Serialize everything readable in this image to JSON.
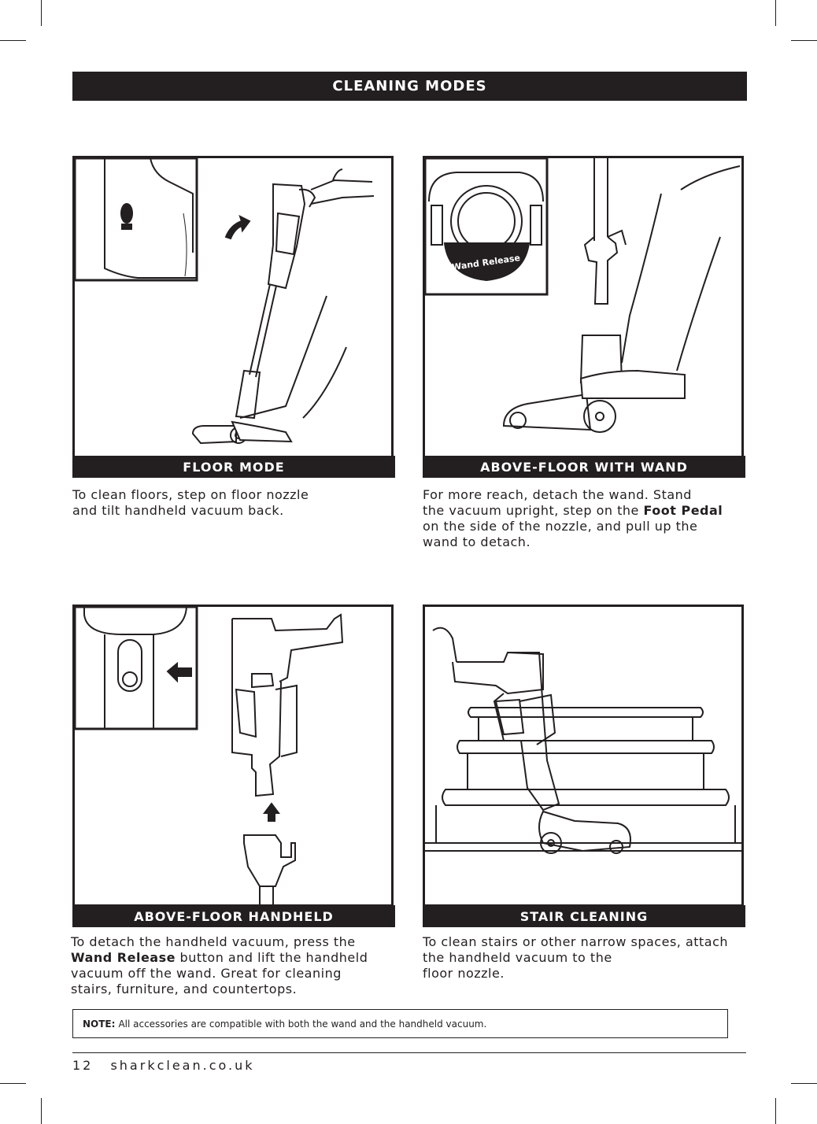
{
  "header": {
    "title": "CLEANING MODES"
  },
  "panels": [
    {
      "label": "FLOOR MODE",
      "desc": "To clean floors, step on floor nozzle\nand tilt handheld vacuum back."
    },
    {
      "label": "ABOVE-FLOOR WITH WAND",
      "desc_parts": [
        "For more reach, detach the wand. Stand\nthe vacuum upright, step on the ",
        "Foot Pedal",
        "\non the side of the nozzle, and pull up the\nwand to detach."
      ],
      "inset_text": "Wand Release"
    },
    {
      "label": "ABOVE-FLOOR HANDHELD",
      "desc_parts": [
        "To detach the handheld vacuum, press the\n",
        "Wand Release",
        " button and lift the handheld\nvacuum off the wand. Great for cleaning\nstairs, furniture, and countertops."
      ]
    },
    {
      "label": "STAIR CLEANING",
      "desc": "To clean stairs or other narrow spaces, attach\nthe handheld vacuum to the\nfloor nozzle."
    }
  ],
  "note": {
    "label": "NOTE:",
    "text": "All accessories are compatible with both the wand and the handheld vacuum."
  },
  "footer": {
    "page_number": "12",
    "site": "sharkclean.co.uk"
  }
}
